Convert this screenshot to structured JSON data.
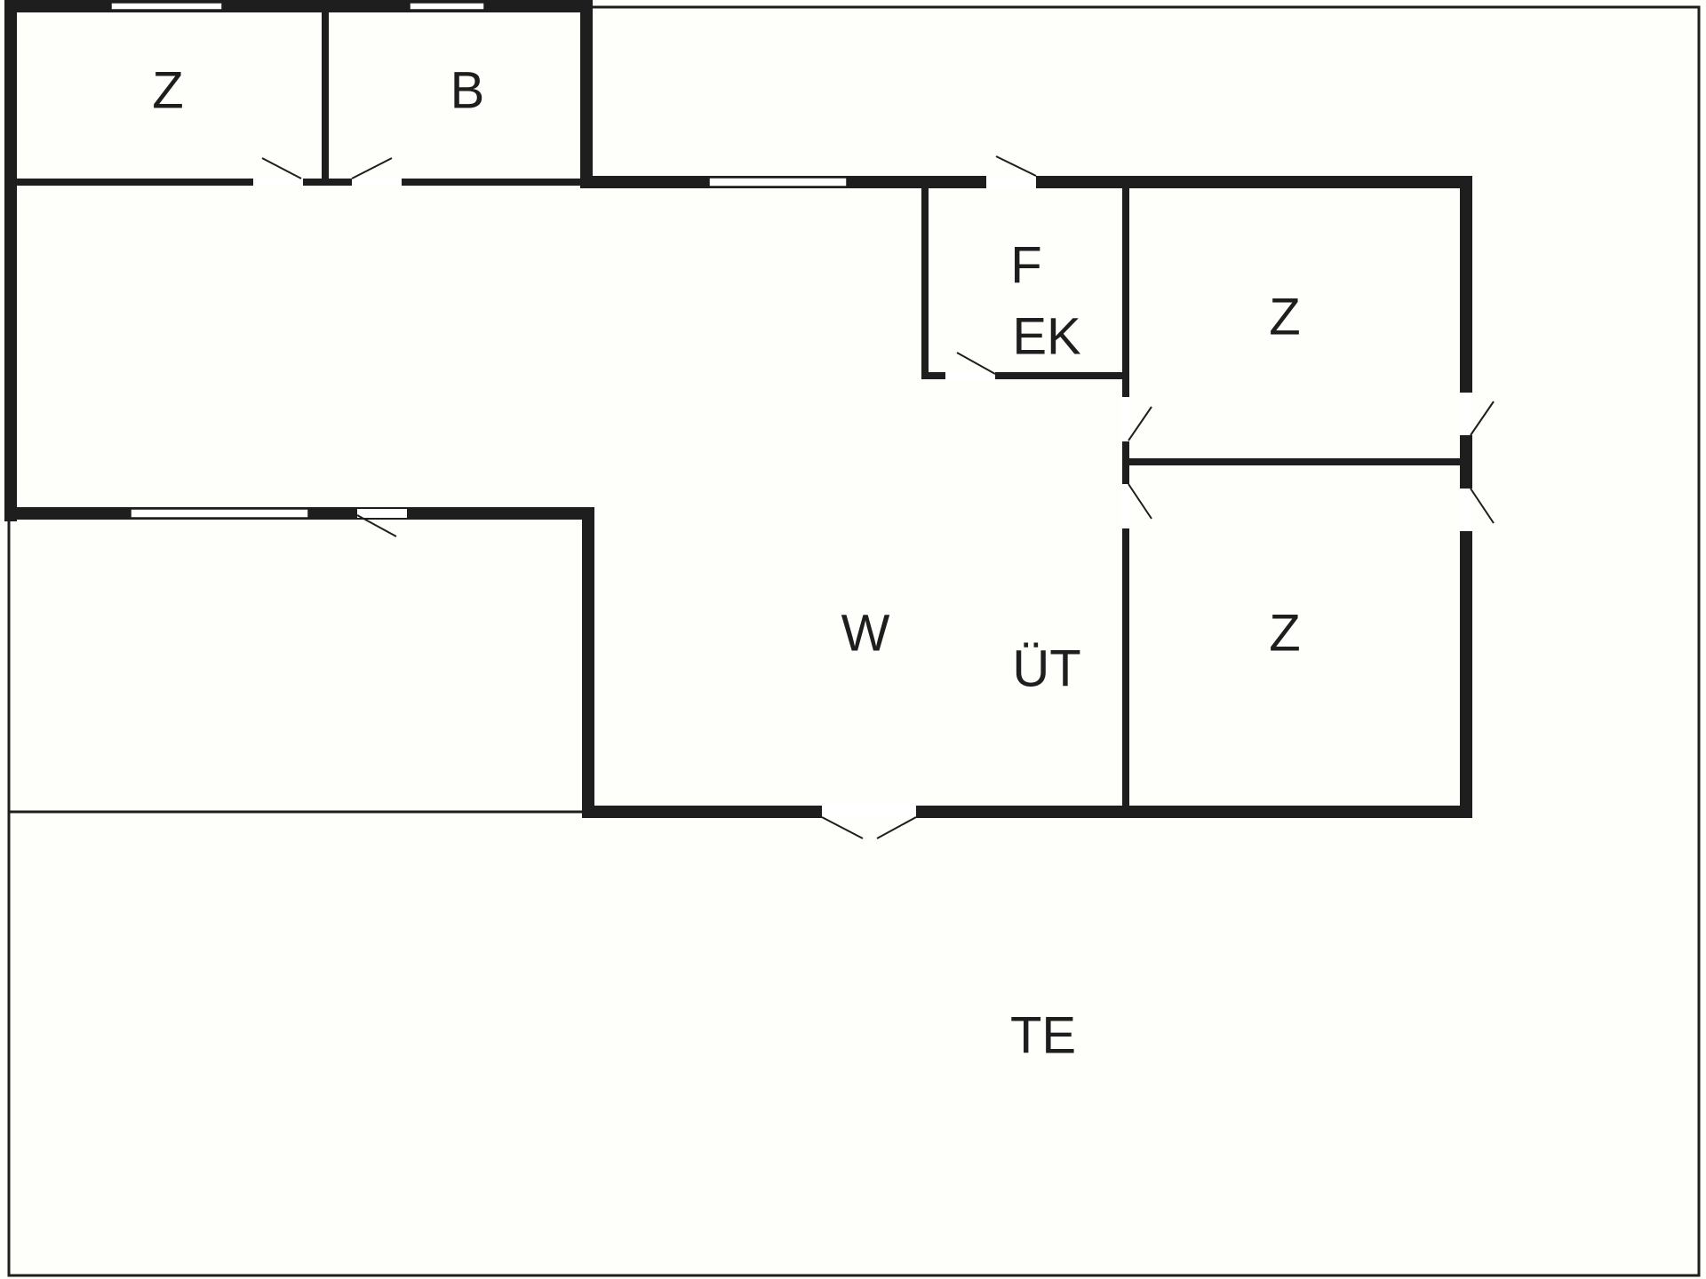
{
  "colors": {
    "background": "#fefefb",
    "wall": "#1e1e1e",
    "opening": "#ffffff"
  },
  "rooms": {
    "bedroom_top_left": "Z",
    "bathroom": "B",
    "hall_f": "F",
    "hall_ek": "EK",
    "bedroom_right_upper": "Z",
    "bedroom_right_lower": "Z",
    "living_room": "W",
    "utility_room": "ÜT",
    "terrace": "TE"
  }
}
